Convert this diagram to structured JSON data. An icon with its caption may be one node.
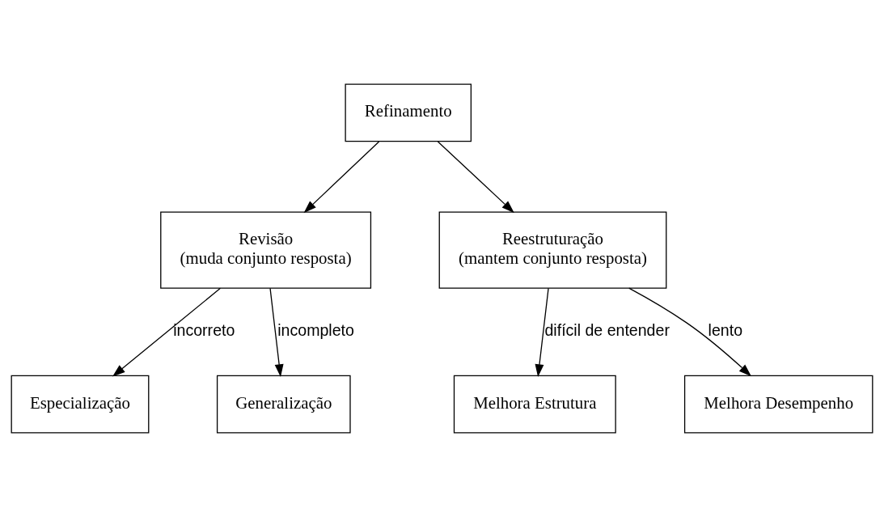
{
  "diagram": {
    "nodes": [
      {
        "text": [
          "Refinamento"
        ]
      },
      {
        "text": [
          "Revisão",
          "(muda conjunto resposta)"
        ]
      },
      {
        "text": [
          "Reestruturação",
          "(mantem conjunto resposta)"
        ]
      },
      {
        "text": [
          "Especialização"
        ]
      },
      {
        "text": [
          "Generalização"
        ]
      },
      {
        "text": [
          "Melhora Estrutura"
        ]
      },
      {
        "text": [
          "Melhora Desempenho"
        ]
      }
    ],
    "edges": [
      {
        "from": 0,
        "to": 1,
        "arrow": "to"
      },
      {
        "from": 0,
        "to": 2,
        "arrow": "to"
      },
      {
        "from": 1,
        "to": 3,
        "arrow": "to",
        "label": "incorreto"
      },
      {
        "from": 1,
        "to": 4,
        "arrow": "to",
        "label": "incompleto"
      },
      {
        "from": 2,
        "to": 5,
        "arrow": "to",
        "label": "difícil de entender"
      },
      {
        "from": 2,
        "to": 6,
        "arrow": "to",
        "label": "lento"
      }
    ]
  }
}
